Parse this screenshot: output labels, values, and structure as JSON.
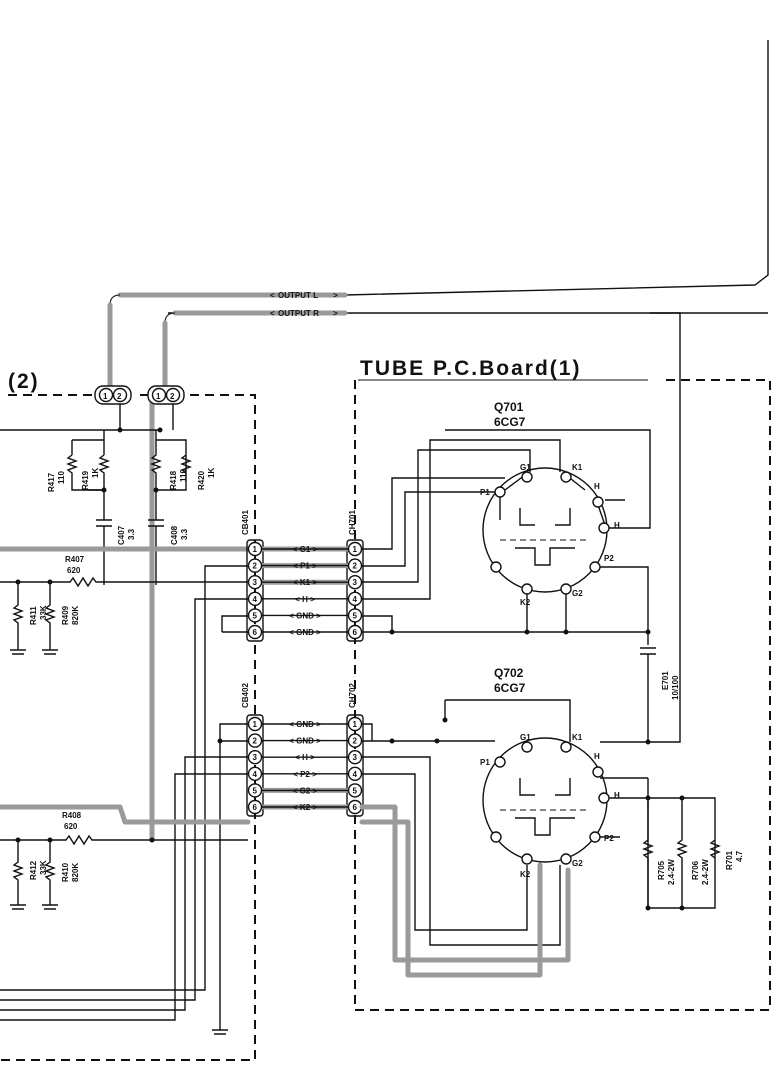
{
  "board_title": "TUBE P.C.Board(1)",
  "section_ref": "(2)",
  "outputs": {
    "left": "OUTPUT L",
    "right": "OUTPUT R"
  },
  "output_jacks": [
    {
      "pins": [
        "1",
        "2"
      ]
    },
    {
      "pins": [
        "1",
        "2"
      ]
    }
  ],
  "tubes": [
    {
      "ref": "Q701",
      "type": "6CG7",
      "pins": {
        "g1": "G1",
        "k1": "K1",
        "h_top": "H",
        "p1": "P1",
        "h_side": "H",
        "p2": "P2",
        "k2": "K2",
        "g2": "G2"
      }
    },
    {
      "ref": "Q702",
      "type": "6CG7",
      "pins": {
        "g1": "G1",
        "k1": "K1",
        "h_top": "H",
        "p1": "P1",
        "h_side": "H",
        "p2": "P2",
        "k2": "K2",
        "g2": "G2"
      }
    }
  ],
  "connectors": {
    "cb401": {
      "ref": "CB401",
      "pins": [
        "1",
        "2",
        "3",
        "4",
        "5",
        "6"
      ]
    },
    "ch701": {
      "ref": "CH701",
      "pins": [
        "1",
        "2",
        "3",
        "4",
        "5",
        "6"
      ]
    },
    "cb402": {
      "ref": "CB402",
      "pins": [
        "1",
        "2",
        "3",
        "4",
        "5",
        "6"
      ]
    },
    "ch702": {
      "ref": "CH702",
      "pins": [
        "1",
        "2",
        "3",
        "4",
        "5",
        "6"
      ]
    }
  },
  "nets_top": [
    "G1",
    "P1",
    "K1",
    "H",
    "GND",
    "GND"
  ],
  "nets_bottom": [
    "GND",
    "GND",
    "H",
    "P2",
    "G2",
    "K2"
  ],
  "components": {
    "r417": {
      "ref": "R417",
      "value": "110"
    },
    "r419": {
      "ref": "R419",
      "value": "1K"
    },
    "r418": {
      "ref": "R418",
      "value": "110"
    },
    "r420": {
      "ref": "R420",
      "value": "1K"
    },
    "c407": {
      "ref": "C407",
      "value": "3.3"
    },
    "c408": {
      "ref": "C408",
      "value": "3.3"
    },
    "r407": {
      "ref": "R407",
      "value": "620"
    },
    "r411": {
      "ref": "R411",
      "value": "33K"
    },
    "r409": {
      "ref": "R409",
      "value": "820K"
    },
    "r408": {
      "ref": "R408",
      "value": "620"
    },
    "r412": {
      "ref": "R412",
      "value": "33K"
    },
    "r410": {
      "ref": "R410",
      "value": "820K"
    },
    "e701": {
      "ref": "E701",
      "value": "10/100"
    },
    "r705": {
      "ref": "R705",
      "value": "2.4-2W"
    },
    "r706": {
      "ref": "R706",
      "value": "2.4-2W"
    },
    "r701": {
      "ref": "R701",
      "value": "4.7"
    }
  }
}
